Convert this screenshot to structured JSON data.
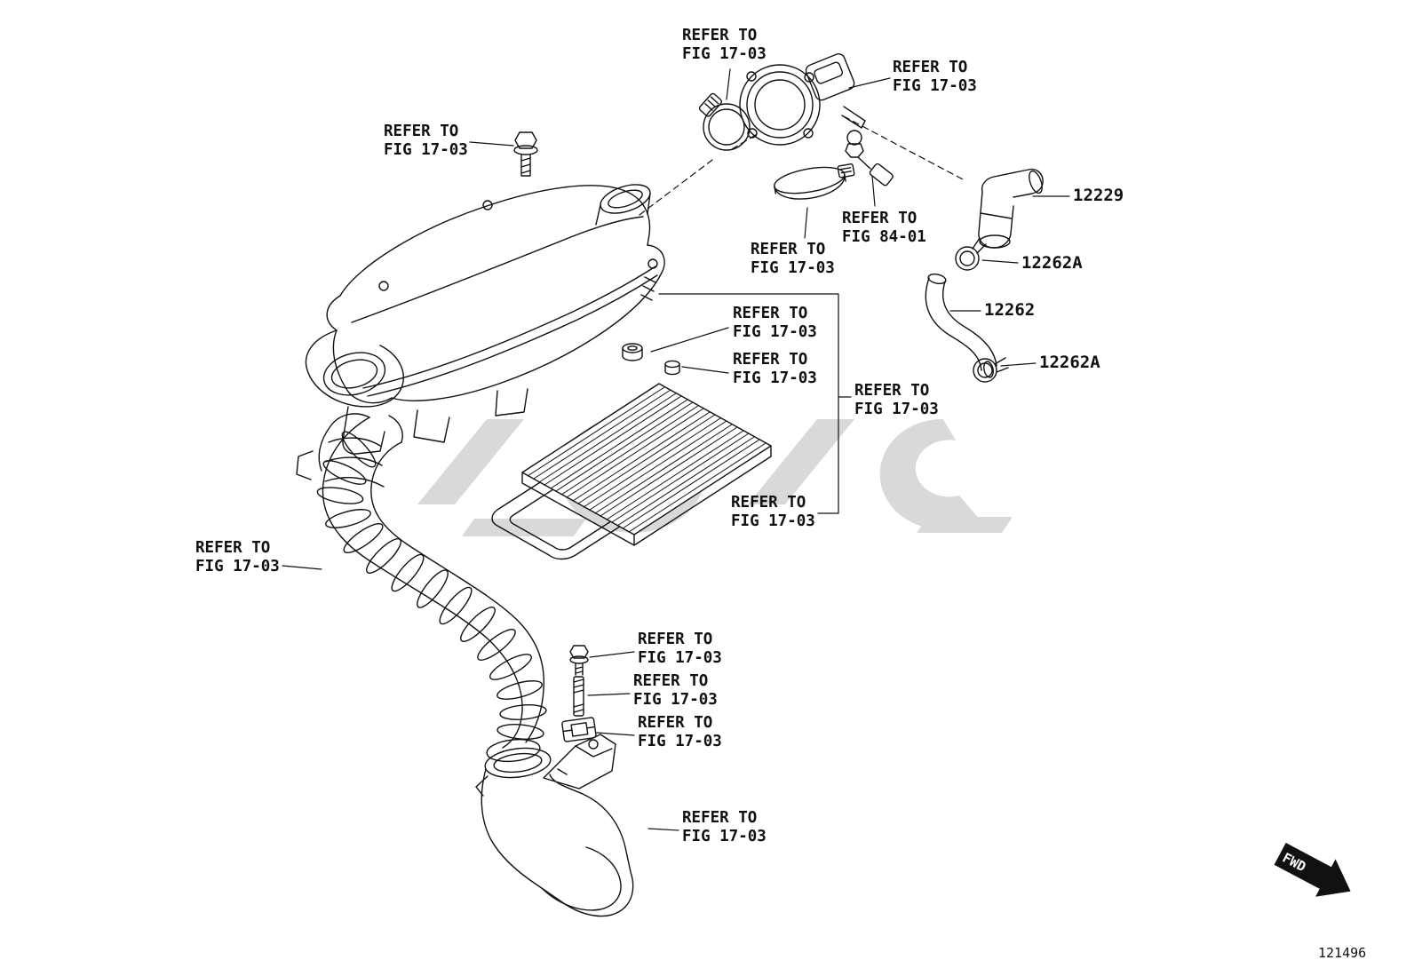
{
  "page": {
    "figure_number": "121496",
    "fwd_label": "FWD",
    "background_color": "#ffffff",
    "line_color": "#111111",
    "watermark_color": "#d9d9d9"
  },
  "callouts": [
    {
      "line1": "REFER TO",
      "line2": "FIG 17-03"
    },
    {
      "line1": "REFER TO",
      "line2": "FIG 17-03"
    },
    {
      "line1": "REFER TO",
      "line2": "FIG 17-03"
    },
    {
      "line1": "REFER TO",
      "line2": "FIG 84-01"
    },
    {
      "line1": "REFER TO",
      "line2": "FIG 17-03"
    },
    {
      "line1": "REFER TO",
      "line2": "FIG 17-03"
    },
    {
      "line1": "REFER TO",
      "line2": "FIG 17-03"
    },
    {
      "line1": "REFER TO",
      "line2": "FIG 17-03"
    },
    {
      "line1": "REFER TO",
      "line2": "FIG 17-03"
    },
    {
      "line1": "REFER TO",
      "line2": "FIG 17-03"
    },
    {
      "line1": "REFER TO",
      "line2": "FIG 17-03"
    },
    {
      "line1": "REFER TO",
      "line2": "FIG 17-03"
    },
    {
      "line1": "REFER TO",
      "line2": "FIG 17-03"
    },
    {
      "line1": "REFER TO",
      "line2": "FIG 17-03"
    }
  ],
  "part_labels": [
    {
      "text": "12229"
    },
    {
      "text": "12262A"
    },
    {
      "text": "12262"
    },
    {
      "text": "12262A"
    }
  ]
}
